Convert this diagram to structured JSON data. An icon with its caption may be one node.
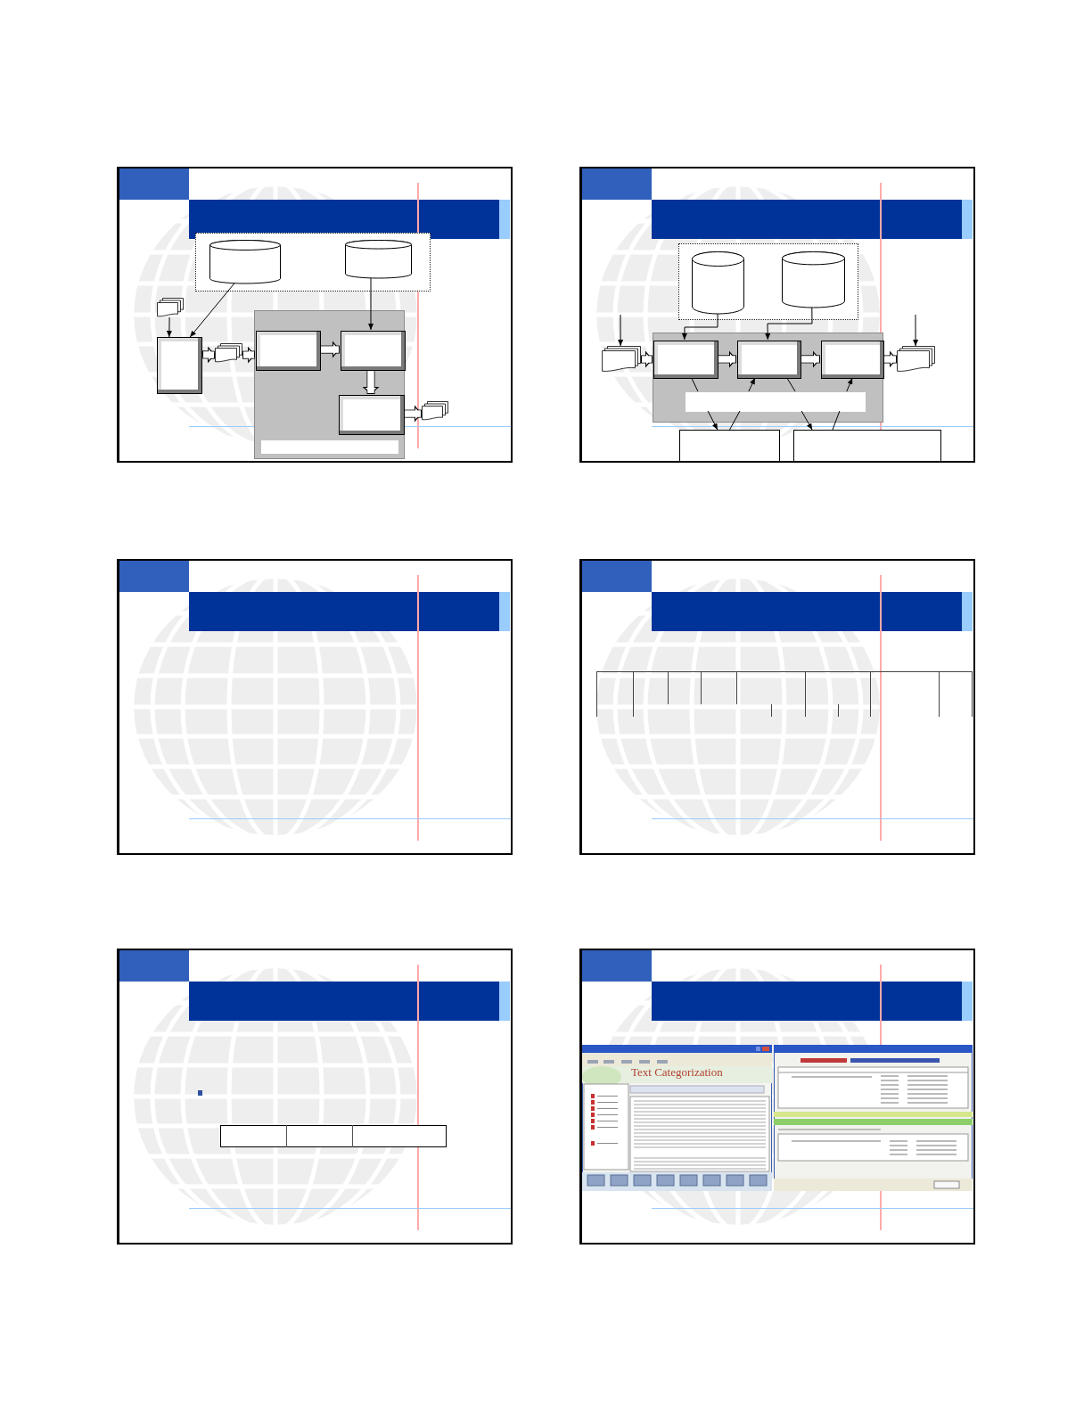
{
  "diagram": {
    "nodes": [
      {
        "text": [],
        "shape": "box"
      },
      {
        "text": [],
        "shape": "cylinder",
        "in": 0
      },
      {
        "text": [],
        "shape": "cylinder",
        "in": 0
      },
      {
        "text": [],
        "shape": "document"
      },
      {
        "text": [],
        "shape": "box"
      },
      {
        "text": [],
        "shape": "document"
      },
      {
        "text": [],
        "shape": "box"
      },
      {
        "text": [],
        "shape": "box",
        "in": 6
      },
      {
        "text": [],
        "shape": "box",
        "in": 6
      },
      {
        "text": [],
        "shape": "box",
        "in": 6
      },
      {
        "text": [],
        "shape": "bar",
        "in": 6
      },
      {
        "text": [],
        "shape": "document"
      },
      {
        "text": [],
        "shape": "box"
      },
      {
        "text": [],
        "shape": "cylinder",
        "in": 12
      },
      {
        "text": [],
        "shape": "cylinder",
        "in": 12
      },
      {
        "text": [],
        "shape": "document"
      },
      {
        "text": [],
        "shape": "box"
      },
      {
        "text": [],
        "shape": "box",
        "in": 16
      },
      {
        "text": [],
        "shape": "box",
        "in": 16
      },
      {
        "text": [],
        "shape": "box",
        "in": 16
      },
      {
        "text": [],
        "shape": "bar",
        "in": 16
      },
      {
        "text": [],
        "shape": "document"
      },
      {
        "text": [],
        "shape": "box"
      },
      {
        "text": [],
        "shape": "box"
      }
    ],
    "edges": [
      {
        "from": 3,
        "to": 4,
        "arrow": "to"
      },
      {
        "from": 1,
        "to": 4,
        "arrow": "to"
      },
      {
        "from": 2,
        "to": 8,
        "arrow": "to"
      },
      {
        "from": 4,
        "to": 5,
        "arrow": "to",
        "style": "thick"
      },
      {
        "from": 5,
        "to": 7,
        "arrow": "to",
        "style": "thick"
      },
      {
        "from": 7,
        "to": 8,
        "arrow": "to",
        "style": "thick"
      },
      {
        "from": 8,
        "to": 9,
        "arrow": "to",
        "style": "thick"
      },
      {
        "from": 9,
        "to": 11,
        "arrow": "to",
        "style": "thick"
      },
      {
        "from": null,
        "to": 15,
        "arrow": "to"
      },
      {
        "from": null,
        "to": 21,
        "arrow": "to"
      },
      {
        "from": 13,
        "to": 17,
        "arrow": "to"
      },
      {
        "from": 14,
        "to": 18,
        "arrow": "to"
      },
      {
        "from": 15,
        "to": 17,
        "arrow": "to",
        "style": "thick"
      },
      {
        "from": 17,
        "to": 18,
        "arrow": "to",
        "style": "thick"
      },
      {
        "from": 18,
        "to": 19,
        "arrow": "to",
        "style": "thick"
      },
      {
        "from": 19,
        "to": 21,
        "arrow": "to",
        "style": "thick"
      },
      {
        "from": 17,
        "to": 20,
        "arrow": "none"
      },
      {
        "from": 20,
        "to": 18,
        "arrow": "to"
      },
      {
        "from": 18,
        "to": 20,
        "arrow": "none"
      },
      {
        "from": 20,
        "to": 19,
        "arrow": "to"
      },
      {
        "from": 20,
        "to": 22,
        "arrow": "to"
      },
      {
        "from": 22,
        "to": 20,
        "arrow": "none"
      },
      {
        "from": 20,
        "to": 23,
        "arrow": "to"
      },
      {
        "from": 23,
        "to": 20,
        "arrow": "none"
      }
    ],
    "labels": [
      "Text Categorization"
    ]
  }
}
